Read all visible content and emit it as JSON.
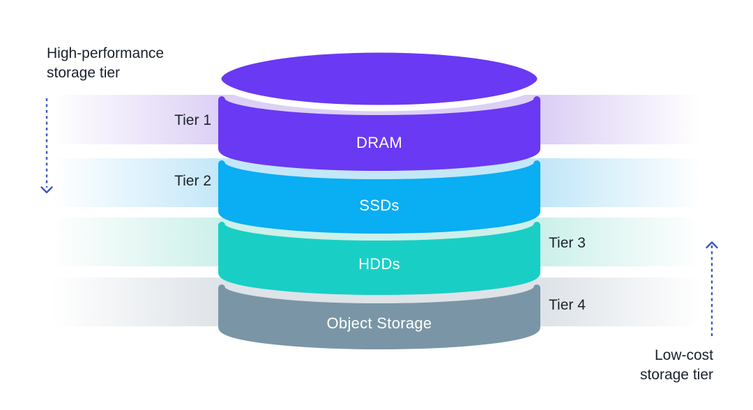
{
  "diagram": {
    "left_caption": "High-performance\nstorage tier",
    "right_caption": "Low-cost\nstorage tier",
    "tiers": [
      {
        "tier_label": "Tier 1",
        "name": "DRAM",
        "band_color": "#6a39f3",
        "strip_color": "#dcd0f5",
        "label_side": "left"
      },
      {
        "tier_label": "Tier 2",
        "name": "SSDs",
        "band_color": "#0aaef2",
        "strip_color": "#c3e7f8",
        "label_side": "left"
      },
      {
        "tier_label": "Tier 3",
        "name": "HDDs",
        "band_color": "#19cfc5",
        "strip_color": "#cdf0ea",
        "label_side": "right"
      },
      {
        "tier_label": "Tier 4",
        "name": "Object Storage",
        "band_color": "#7a96a6",
        "strip_color": "#dee3e8",
        "label_side": "right"
      }
    ],
    "colors": {
      "arrow": "#3a57c4",
      "caption_text": "#1a212b",
      "band_text": "#ffffff",
      "background": "#ffffff"
    }
  }
}
